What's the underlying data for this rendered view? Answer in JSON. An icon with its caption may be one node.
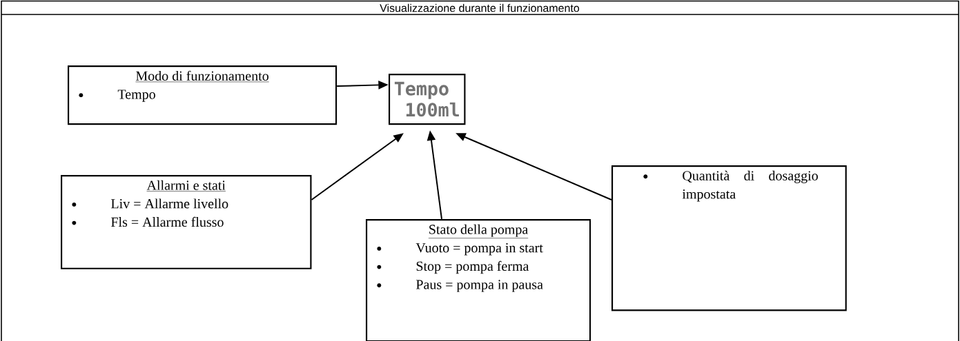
{
  "diagram": {
    "title": "Visualizzazione durante il funzionamento",
    "nodes": [
      {
        "text": [
          "Tempo",
          "100ml"
        ]
      },
      {
        "text": [
          "Modo di funzionamento",
          "Tempo"
        ]
      },
      {
        "text": [
          "Allarmi e stati",
          "Liv = Allarme livello",
          "Fls = Allarme flusso"
        ]
      },
      {
        "text": [
          "Stato della pompa",
          "Vuoto = pompa in start",
          "Stop = pompa ferma",
          "Paus = pompa in pausa"
        ]
      },
      {
        "text": [
          "Quantità di dosaggio impostata"
        ]
      }
    ],
    "edges": [
      {
        "from": 1,
        "to": 0,
        "arrow": "to"
      },
      {
        "from": 2,
        "to": 0,
        "arrow": "to"
      },
      {
        "from": 3,
        "to": 0,
        "arrow": "to"
      },
      {
        "from": 4,
        "to": 0,
        "arrow": "to"
      }
    ]
  }
}
